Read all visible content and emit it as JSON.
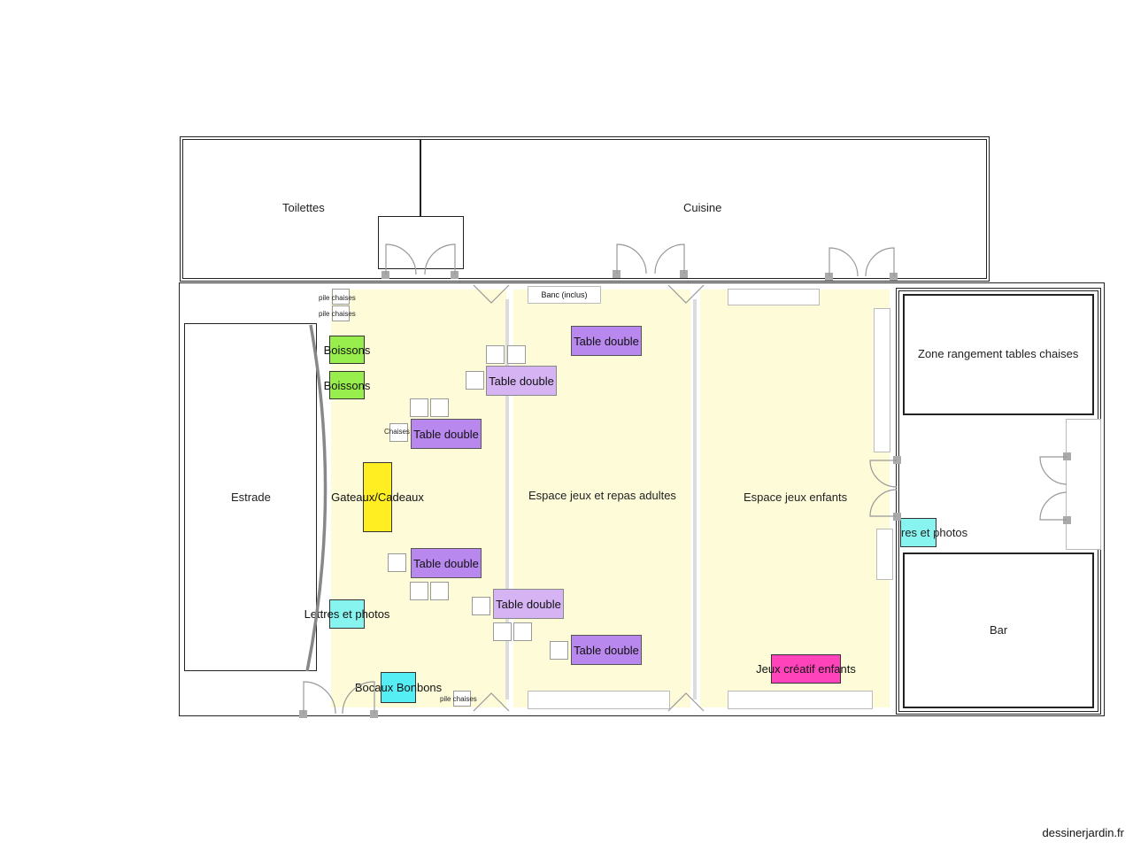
{
  "rooms": {
    "toilettes": "Toilettes",
    "cuisine": "Cuisine",
    "estrade": "Estrade",
    "zone_rangement": "Zone rangement tables chaises",
    "bar": "Bar",
    "espace_adultes": "Espace jeux et repas adultes",
    "espace_enfants": "Espace jeux enfants"
  },
  "items": {
    "pile_chaises": "pile chaises",
    "banc": "Banc (inclus)",
    "boissons": "Boissons",
    "table_double": "Table double",
    "chaises": "Chaises",
    "gateaux_cadeaux": "Gateaux/Cadeaux",
    "lettres_photos": "Lettres et photos",
    "bocaux_bonbons": "Bocaux Bonbons",
    "jeux_creatif": "Jeux créatif enfants"
  },
  "colors": {
    "table_double": "#b888ee",
    "table_double_light": "#d6b4f4",
    "boissons": "#98ee4c",
    "gateaux_cadeaux": "#ffee22",
    "lettres_photos": "#88f4f0",
    "bocaux_bonbons": "#55eef4",
    "jeux_creatif": "#ff44bb",
    "zone": "#fefbd9"
  },
  "watermark": "dessinerjardin.fr"
}
